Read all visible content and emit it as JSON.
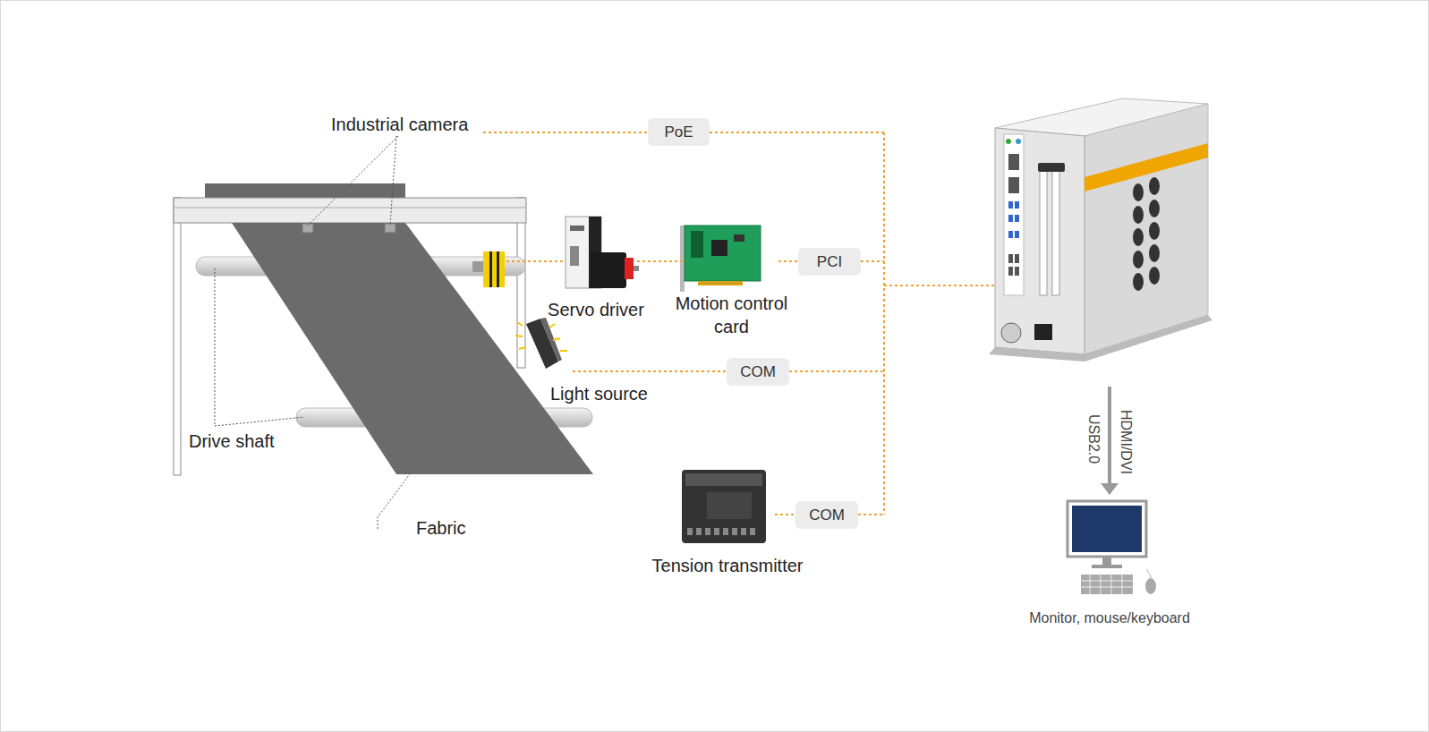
{
  "diagram": {
    "nodes": [
      {
        "text": [
          "Industrial camera"
        ]
      },
      {
        "text": [
          "PoE"
        ]
      },
      {
        "text": [
          "Servo driver"
        ]
      },
      {
        "text": [
          "Motion control card"
        ]
      },
      {
        "text": [
          "PCI"
        ]
      },
      {
        "text": [
          "Light source"
        ]
      },
      {
        "text": [
          "COM"
        ]
      },
      {
        "text": [
          "Tension transmitter"
        ]
      },
      {
        "text": [
          "COM"
        ]
      },
      {
        "text": [
          "Monitor, mouse/keyboard"
        ]
      }
    ],
    "edges": [
      {
        "from": 0,
        "to": 1,
        "arrow": "none"
      },
      {
        "from": 2,
        "to": 3,
        "arrow": "none"
      },
      {
        "from": 3,
        "to": 4,
        "arrow": "none"
      },
      {
        "from": 5,
        "to": 6,
        "arrow": "none"
      },
      {
        "from": 7,
        "to": 8,
        "arrow": "none"
      }
    ],
    "labels": [
      "Drive shaft",
      "Fabric",
      "USB2.0",
      "HDMI/DVI"
    ]
  }
}
